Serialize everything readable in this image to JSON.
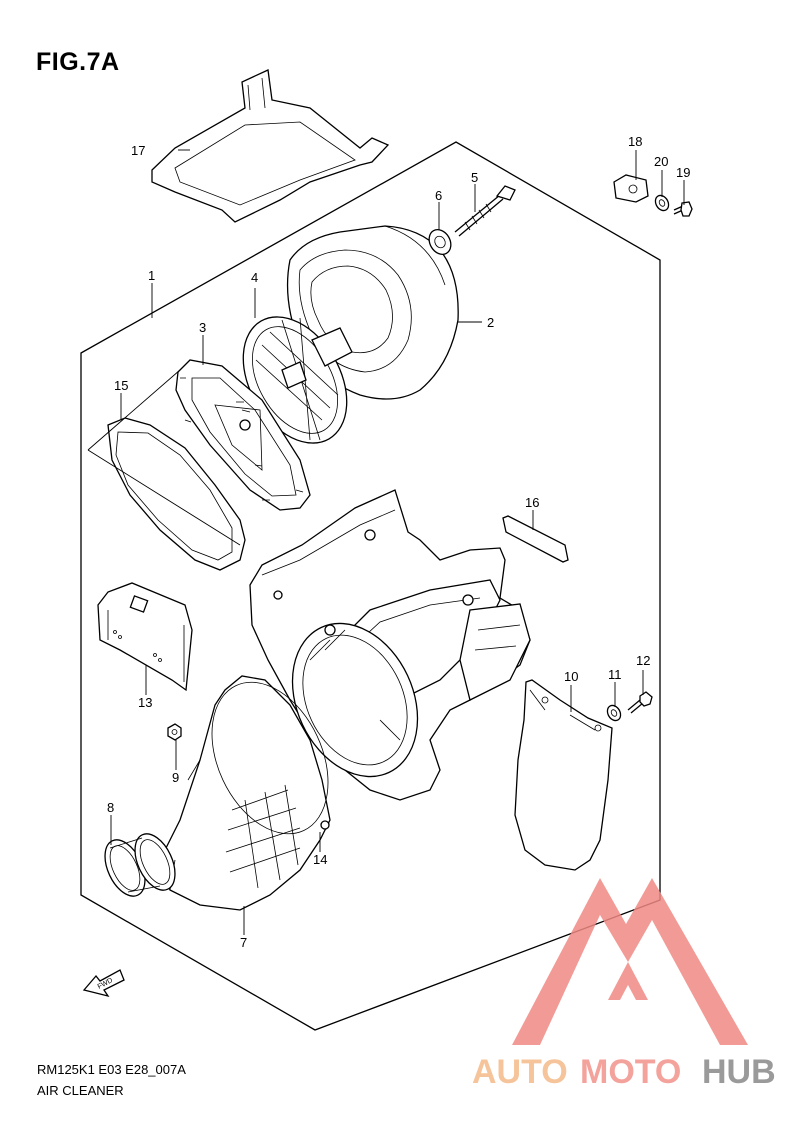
{
  "figure": {
    "title": "FIG.7A",
    "code": "RM125K1 E03 E28_007A",
    "caption": "AIR CLEANER",
    "fwd_label": "FWD"
  },
  "callouts": {
    "p1": "1",
    "p2": "2",
    "p3": "3",
    "p4": "4",
    "p5": "5",
    "p6": "6",
    "p7": "7",
    "p8": "8",
    "p9": "9",
    "p10": "10",
    "p11": "11",
    "p12": "12",
    "p13": "13",
    "p14": "14",
    "p15": "15",
    "p16": "16",
    "p17": "17",
    "p18": "18",
    "p19": "19",
    "p20": "20"
  },
  "watermark": {
    "part1": "AUTO",
    "part2": "MOTO",
    "part3": "HUB",
    "color_auto": "#f5c49a",
    "color_moto": "#f3a29c",
    "color_hub": "#9a9a9a",
    "logo_color": "#f08a84"
  }
}
